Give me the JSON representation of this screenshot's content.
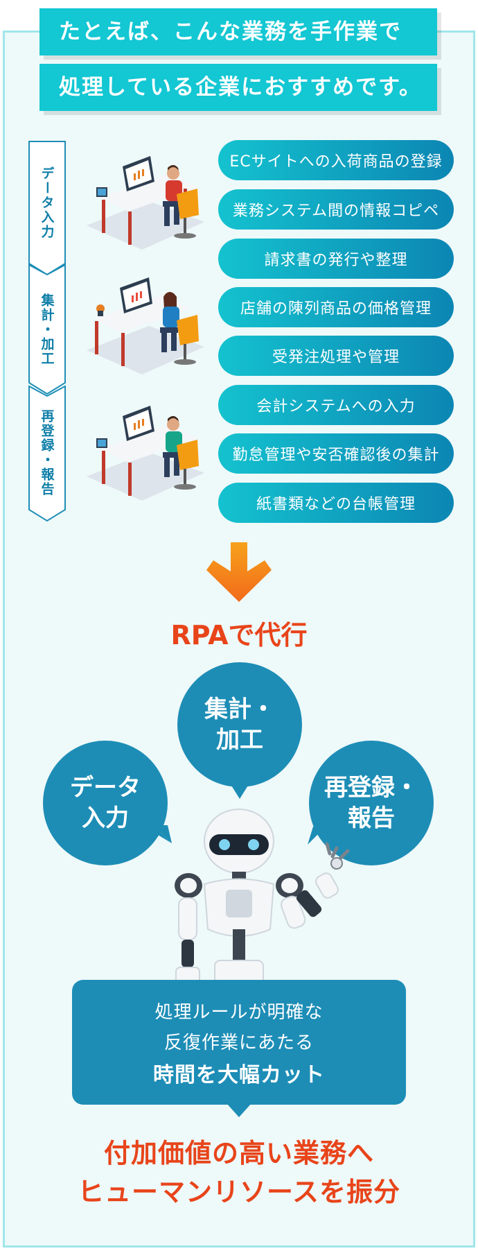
{
  "header": {
    "line1": "たとえば、こんな業務を手作業で",
    "line2": "処理している企業におすすめです。"
  },
  "categories": [
    "データ入力",
    "集計・加工",
    "再登録・報告"
  ],
  "tasks": [
    "ECサイトへの入荷商品の登録",
    "業務システム間の情報コピペ",
    "請求書の発行や整理",
    "店舗の陳列商品の価格管理",
    "受発注処理や管理",
    "会計システムへの入力",
    "勤怠管理や安否確認後の集計",
    "紙書類などの台帳管理"
  ],
  "rpa_title": "RPAで代行",
  "bubbles": {
    "data_entry": [
      "データ",
      "入力"
    ],
    "aggregate": [
      "集計・",
      "加工"
    ],
    "report": [
      "再登録・",
      "報告"
    ]
  },
  "result": {
    "line1": "処理ルールが明確な",
    "line2": "反復作業にあたる",
    "line3": "時間を大幅カット"
  },
  "final": {
    "line1": "付加価値の高い業務へ",
    "line2": "ヒューマンリソースを振分"
  },
  "colors": {
    "teal": "#13c7d3",
    "blue": "#1d8db6",
    "orange": "#f58220",
    "red": "#e8441a"
  }
}
